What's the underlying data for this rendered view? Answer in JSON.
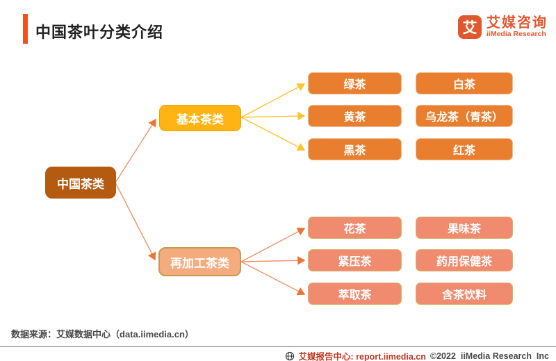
{
  "header": {
    "title": "中国茶叶分类介绍"
  },
  "logo": {
    "icon": "iimedia-logo-icon",
    "glyph": "艾",
    "name_cn": "艾媒咨询",
    "name_en": "iiMedia Research"
  },
  "chart_data": {
    "type": "table",
    "title": "中国茶叶分类介绍",
    "tree": {
      "root": {
        "label": "中国茶类"
      },
      "branches": [
        {
          "label": "基本茶类",
          "children_col1": [
            "绿茶",
            "黄茶",
            "黑茶"
          ],
          "children_col2": [
            "白茶",
            "乌龙茶（青茶）",
            "红茶"
          ]
        },
        {
          "label": "再加工茶类",
          "children_col1": [
            "花茶",
            "紧压茶",
            "萃取茶"
          ],
          "children_col2": [
            "果味茶",
            "药用保健茶",
            "含茶饮料"
          ]
        }
      ]
    }
  },
  "source_note": "数据来源：艾媒数据中心（data.iimedia.cn）",
  "footer": {
    "icon": "globe-icon",
    "report_center": "艾媒报告中心: report.iimedia.cn",
    "copyright": "©2022  iiMedia Research  Inc"
  },
  "colors": {
    "accent_red": "#F2511B",
    "brand_orange": "#E2582E",
    "root_fill": "#B45A11",
    "basic_fill": "#FFB414",
    "reprocessed_fill": "#F4AC7E",
    "reprocessed_border": "#C49B52",
    "tea_orange_fill": "#E87E2E",
    "tea_salmon_fill": "#F08B70",
    "line_yellow": "#FFC42E",
    "line_salmon": "#F09468",
    "footer_link_red": "#C53621",
    "text_gray": "#4A4A4A"
  }
}
